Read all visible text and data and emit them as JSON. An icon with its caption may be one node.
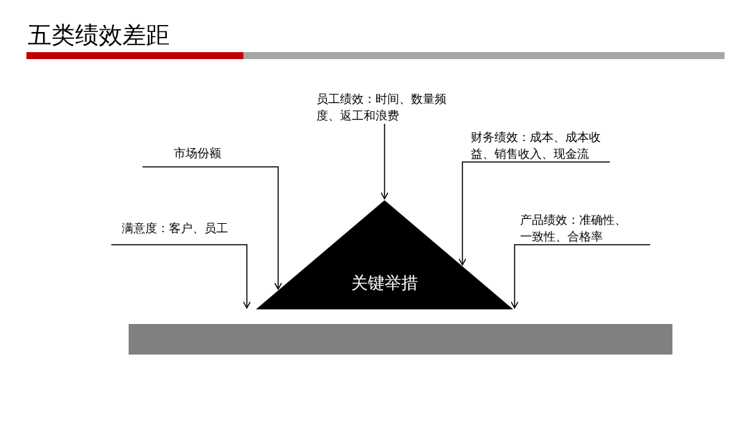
{
  "diagram": {
    "title": "五类绩效差距",
    "nodes": [
      {
        "text": [
          "员工绩效：时间、数量频度、返工和浪费"
        ]
      },
      {
        "text": [
          "市场份额"
        ]
      },
      {
        "text": [
          "财务绩效：成本、成本收益、销售收入、现金流"
        ]
      },
      {
        "text": [
          "满意度：客户、员工"
        ]
      },
      {
        "text": [
          "产品绩效：准确性、一致性、合格率"
        ]
      },
      {
        "text": [
          "关键举措"
        ]
      },
      {
        "text": [],
        "shape": "bar"
      }
    ],
    "edges": [
      {
        "from": 0,
        "to": 5,
        "arrow": "to"
      },
      {
        "from": 1,
        "to": 5,
        "arrow": "to"
      },
      {
        "from": 2,
        "to": 5,
        "arrow": "to"
      },
      {
        "from": 3,
        "to": 5,
        "arrow": "to"
      },
      {
        "from": 4,
        "to": 5,
        "arrow": "to"
      }
    ]
  }
}
